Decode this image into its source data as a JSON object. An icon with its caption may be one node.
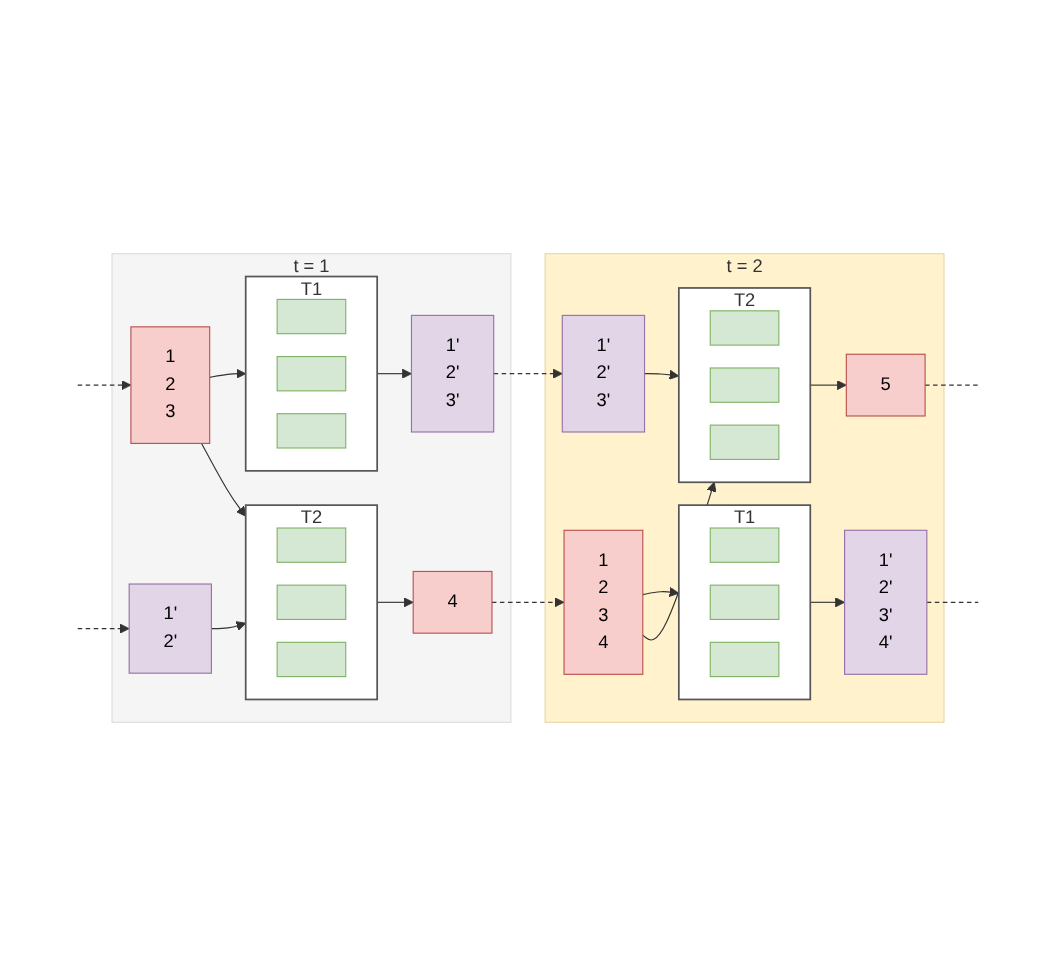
{
  "diagram": {
    "nodes": [
      {
        "text": [
          "t = 1"
        ]
      },
      {
        "text": [
          "1'",
          "2'",
          "3'"
        ],
        "in": 0
      },
      {
        "text": [
          "4"
        ],
        "in": 0
      },
      {
        "text": [
          "T1"
        ],
        "in": 0
      },
      {
        "text": [],
        "shape": "box",
        "in": 3
      },
      {
        "text": [],
        "shape": "box",
        "in": 3
      },
      {
        "text": [],
        "shape": "box",
        "in": 3
      },
      {
        "text": [
          "T2"
        ],
        "in": 0
      },
      {
        "text": [],
        "shape": "box",
        "in": 7
      },
      {
        "text": [],
        "shape": "box",
        "in": 7
      },
      {
        "text": [],
        "shape": "box",
        "in": 7
      },
      {
        "text": [
          "1",
          "2",
          "3"
        ],
        "in": 0
      },
      {
        "text": [
          "1'",
          "2'"
        ],
        "in": 0
      },
      {
        "text": [
          "t = 2"
        ]
      },
      {
        "text": [
          "1'",
          "2'",
          "3'",
          "4'"
        ],
        "in": 13
      },
      {
        "text": [
          "5"
        ],
        "in": 13
      },
      {
        "text": [
          "T1"
        ],
        "in": 13
      },
      {
        "text": [],
        "shape": "box",
        "in": 16
      },
      {
        "text": [],
        "shape": "box",
        "in": 16
      },
      {
        "text": [],
        "shape": "box",
        "in": 16
      },
      {
        "text": [
          "T2"
        ],
        "in": 13
      },
      {
        "text": [],
        "shape": "box",
        "in": 20
      },
      {
        "text": [],
        "shape": "box",
        "in": 20
      },
      {
        "text": [],
        "shape": "box",
        "in": 20
      },
      {
        "text": [
          "1",
          "2",
          "3",
          "4"
        ],
        "in": 13
      },
      {
        "text": [
          "1'",
          "2'",
          "3'"
        ],
        "in": 13
      }
    ],
    "edges": [
      {
        "from": 3,
        "to": 1,
        "arrow": "to"
      },
      {
        "from": 7,
        "to": 2,
        "arrow": "to"
      },
      {
        "from": 11,
        "to": 3,
        "arrow": "to"
      },
      {
        "from": 11,
        "to": 7,
        "arrow": "to"
      },
      {
        "from": 12,
        "to": 7,
        "arrow": "to"
      },
      {
        "from": null,
        "to": 11,
        "arrow": "to",
        "style": "dashed"
      },
      {
        "from": null,
        "to": 12,
        "arrow": "to",
        "style": "dashed"
      },
      {
        "from": 1,
        "to": 25,
        "arrow": "to",
        "style": "dashed"
      },
      {
        "from": 2,
        "to": 24,
        "arrow": "to",
        "style": "dashed"
      },
      {
        "from": 16,
        "to": 14,
        "arrow": "to"
      },
      {
        "from": 20,
        "to": 15,
        "arrow": "to"
      },
      {
        "from": 24,
        "to": 16,
        "arrow": "to"
      },
      {
        "from": 24,
        "to": 20,
        "arrow": "to"
      },
      {
        "from": 25,
        "to": 20,
        "arrow": "to"
      },
      {
        "from": 14,
        "to": null,
        "arrow": "none",
        "style": "dashed"
      },
      {
        "from": 15,
        "to": null,
        "arrow": "none",
        "style": "dashed"
      }
    ]
  }
}
